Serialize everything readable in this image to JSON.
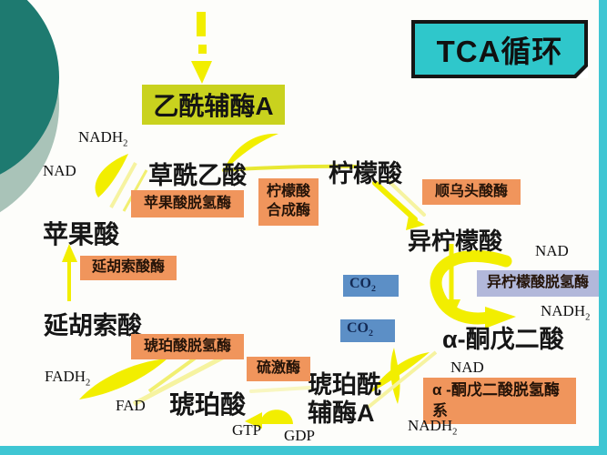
{
  "title": {
    "label": "TCA循环"
  },
  "metabolites": {
    "acetyl_coa": {
      "label": "乙酰辅酶A"
    },
    "oxaloacetate": {
      "label": "草酰乙酸"
    },
    "citrate": {
      "label": "柠檬酸"
    },
    "isocitrate": {
      "label": "异柠檬酸"
    },
    "alpha_ketoglutarate": {
      "label": "α-酮戊二酸"
    },
    "succinyl_coa": {
      "line1": "琥珀酰",
      "line2": "辅酶A"
    },
    "succinate": {
      "label": "琥珀酸"
    },
    "fumarate": {
      "label": "延胡索酸"
    },
    "malate": {
      "label": "苹果酸"
    }
  },
  "enzymes": {
    "malate_dehydrogenase": {
      "label": "苹果酸脱氢酶"
    },
    "citrate_synthase": {
      "line1": "柠檬酸",
      "line2": "合成酶"
    },
    "aconitase": {
      "label": "顺乌头酸酶"
    },
    "isocitrate_dehydrogenase": {
      "label": "异柠檬酸脱氢酶"
    },
    "alpha_kg_dehydrogenase": {
      "line1": "α -酮戊二酸脱氢酶",
      "line2": "系"
    },
    "thiokinase": {
      "label": "硫激酶"
    },
    "succinate_dehydrogenase": {
      "label": "琥珀酸脱氢酶"
    },
    "fumarase": {
      "label": "延胡索酸酶"
    }
  },
  "cofactors": {
    "nadh2_malate": {
      "base": "NADH",
      "sub": "2"
    },
    "nad_malate": {
      "label": "NAD"
    },
    "nad_isocitrate": {
      "label": "NAD"
    },
    "nadh2_isocitrate": {
      "base": "NADH",
      "sub": "2"
    },
    "nad_akg": {
      "label": "NAD"
    },
    "nadh2_akg": {
      "base": "NADH",
      "sub": "2"
    },
    "fadh2": {
      "base": "FADH",
      "sub": "2"
    },
    "fad": {
      "label": "FAD"
    },
    "gtp": {
      "label": "GTP"
    },
    "gdp": {
      "label": "GDP"
    }
  },
  "byproducts": {
    "co2_upper": {
      "base": "CO",
      "sub": "2"
    },
    "co2_lower": {
      "base": "CO",
      "sub": "2"
    }
  },
  "colors": {
    "title_bg": "#2fc7cb",
    "highlight_bg": "#c9d21e",
    "enzyme_bg": "#f0955c",
    "enzyme_alt_bg": "#b2b8da",
    "co2_bg": "#5c8fc6",
    "arrow_yellow": "#f2ee00",
    "teal_circle": "#1e7a70",
    "sage_circle": "#a9c3b8",
    "edge_strip": "#3fc6d3"
  }
}
